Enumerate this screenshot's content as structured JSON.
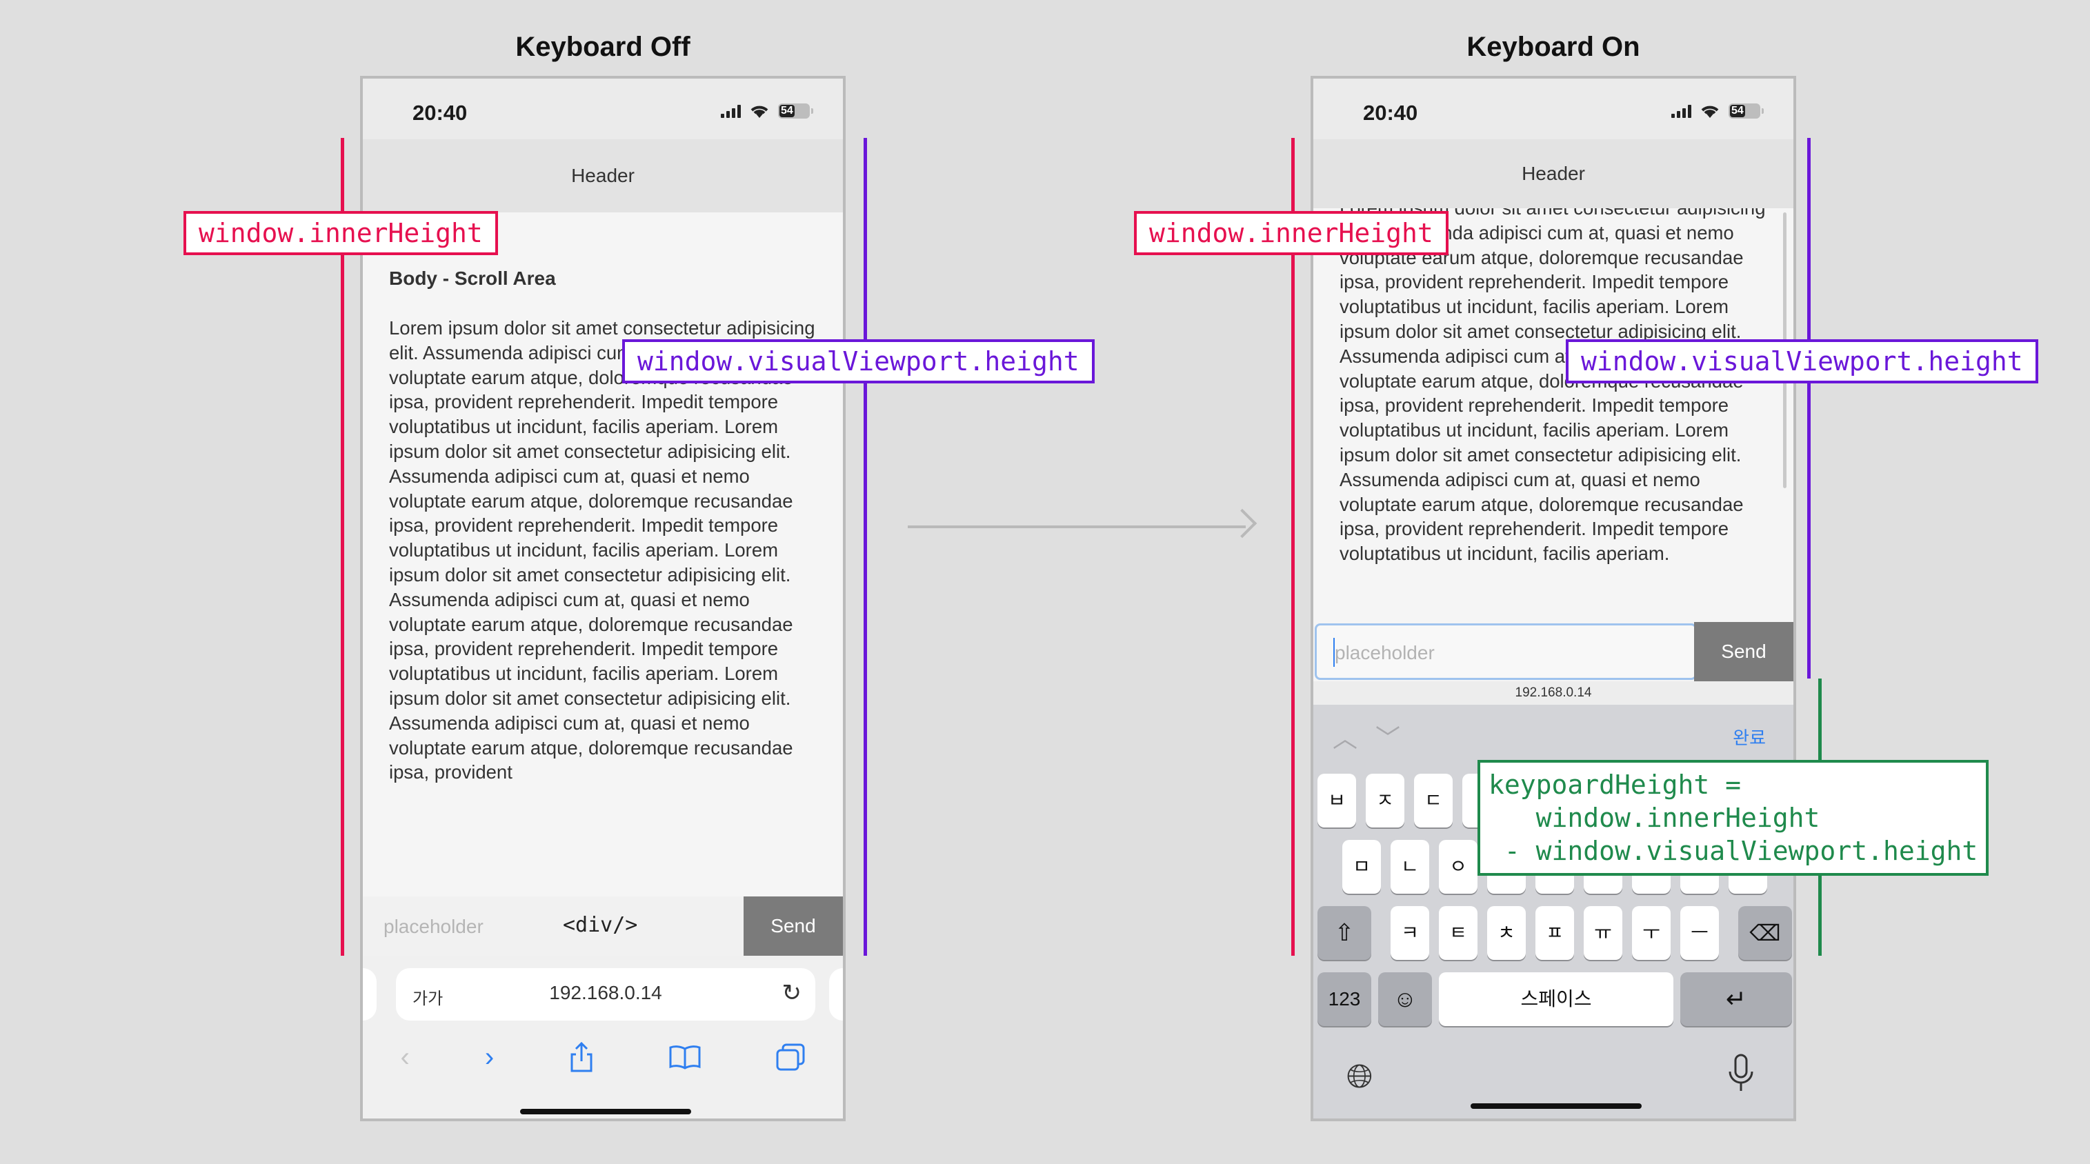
{
  "titles": {
    "left": "Keyboard Off",
    "right": "Keyboard On"
  },
  "status": {
    "time": "20:40",
    "battery": "54"
  },
  "header": "Header",
  "body": {
    "title": "Body - Scroll Area",
    "text_left": "Lorem ipsum dolor sit amet consectetur adipisicing elit. Assumenda adipisci cum at, quasi et nemo voluptate earum atque, doloremque recusandae ipsa, provident reprehenderit. Impedit tempore voluptatibus ut incidunt, facilis aperiam. Lorem ipsum dolor sit amet consectetur adipisicing elit. Assumenda adipisci cum at, quasi et nemo voluptate earum atque, doloremque recusandae ipsa, provident reprehenderit. Impedit tempore voluptatibus ut incidunt, facilis aperiam. Lorem ipsum dolor sit amet consectetur adipisicing elit. Assumenda adipisci cum at, quasi et nemo voluptate earum atque, doloremque recusandae ipsa, provident reprehenderit. Impedit tempore voluptatibus ut incidunt, facilis aperiam. Lorem ipsum dolor sit amet consectetur adipisicing elit. Assumenda adipisci cum at, quasi et nemo voluptate earum atque, doloremque recusandae ipsa, provident",
    "text_right": "Lorem ipsum dolor sit amet consectetur adipisicing elit. Assumenda adipisci cum at, quasi et nemo voluptate earum atque, doloremque recusandae ipsa, provident reprehenderit. Impedit tempore voluptatibus ut incidunt, facilis aperiam. Lorem ipsum dolor sit amet consectetur adipisicing elit. Assumenda adipisci cum at, quasi et nemo voluptate earum atque, doloremque recusandae ipsa, provident reprehenderit. Impedit tempore voluptatibus ut incidunt, facilis aperiam. Lorem ipsum dolor sit amet consectetur adipisicing elit. Assumenda adipisci cum at, quasi et nemo voluptate earum atque, doloremque recusandae ipsa, provident reprehenderit. Impedit tempore voluptatibus ut incidunt, facilis aperiam."
  },
  "input": {
    "placeholder": "placeholder",
    "send": "Send",
    "div_label": "<div/>"
  },
  "safari": {
    "aa": "가가",
    "url": "192.168.0.14"
  },
  "keyboard": {
    "ip": "192.168.0.14",
    "done": "완료",
    "row1": [
      "ㅂ",
      "ㅈ",
      "ㄷ"
    ],
    "row2": [
      "ㅁ",
      "ㄴ",
      "ㅇ"
    ],
    "row3": [
      "ㅋ",
      "ㅌ",
      "ㅊ",
      "ㅍ",
      "ㅠ",
      "ㅜ",
      "ㅡ"
    ],
    "num": "123",
    "space": "스페이스"
  },
  "labels": {
    "inner": "window.innerHeight",
    "visual": "window.visualViewport.height",
    "keyboard": "keypoardHeight =\n   window.innerHeight\n - window.visualViewport.height"
  },
  "colors": {
    "inner": "#e6104f",
    "visual": "#6a17d9",
    "keyboard": "#1f8a4c",
    "link": "#2f7ff0"
  }
}
